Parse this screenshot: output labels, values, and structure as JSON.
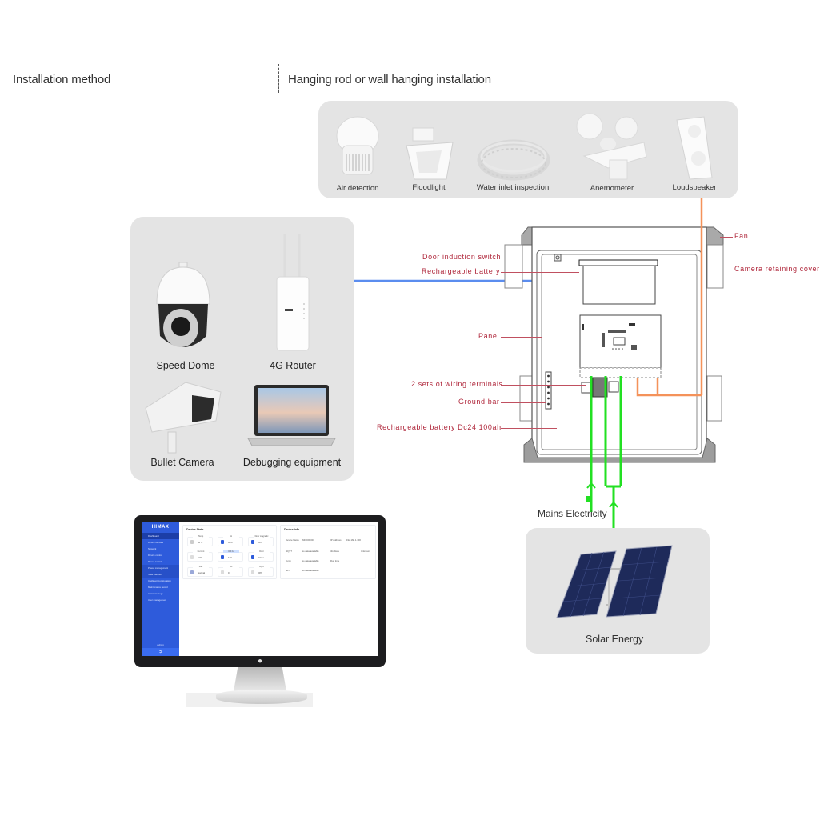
{
  "header": {
    "left_label": "Installation method",
    "right_label": "Hanging rod or wall hanging installation"
  },
  "sensors": [
    {
      "label": "Air detection",
      "icon": "air-detector-icon"
    },
    {
      "label": "Floodlight",
      "icon": "floodlight-icon"
    },
    {
      "label": "Water inlet inspection",
      "icon": "water-cable-icon"
    },
    {
      "label": "Anemometer",
      "icon": "anemometer-icon"
    },
    {
      "label": "Loudspeaker",
      "icon": "loudspeaker-icon"
    }
  ],
  "devices": [
    {
      "label": "Speed Dome",
      "icon": "speed-dome-camera-icon"
    },
    {
      "label": "4G Router",
      "icon": "router-icon"
    },
    {
      "label": "Bullet Camera",
      "icon": "bullet-camera-icon"
    },
    {
      "label": "Debugging equipment",
      "icon": "laptop-icon"
    }
  ],
  "cabinet_callouts": {
    "fan": "Fan",
    "camera_cover": "Camera retaining cover",
    "door_switch": "Door induction switch",
    "battery": "Rechargeable battery",
    "panel": "Panel",
    "terminals": "2 sets of wiring terminals",
    "ground_bar": "Ground bar",
    "battery_spec": "Rechargeable battery Dc24 100ah"
  },
  "power": {
    "mains_label": "Mains Electricity",
    "solar_label": "Solar Energy"
  },
  "colors": {
    "network_line": "#5b8def",
    "power_line": "#22e022",
    "signal_line": "#f4925a",
    "callout_text": "#b0283c",
    "panel_bg": "#e4e4e4",
    "dashboard_sidebar": "#2e5bdb"
  },
  "dashboard": {
    "logo": "HIMAX",
    "nav": [
      "Dashboard",
      "Device list data",
      "Network",
      "Device control",
      "Power control",
      "Power management",
      "Solar statistics",
      "Intelligent configuration",
      "Maintenance record",
      "Alarm and logs",
      "User management"
    ],
    "user_label": "Admin",
    "logout_icon": "logout-icon",
    "device_state_title": "Device State",
    "stats": [
      {
        "label": "Temp",
        "value": "45°C"
      },
      {
        "label": "H",
        "value": "65%"
      },
      {
        "label": "Door magnetic",
        "value": "On"
      },
      {
        "label": "Current",
        "value": "0.6A"
      },
      {
        "label": "Volt 12",
        "value": "12V"
      },
      {
        "label": "Door",
        "value": "Close"
      },
      {
        "label": "Fan",
        "value": "Normal"
      },
      {
        "label": "UI",
        "value": "0"
      },
      {
        "label": "Light",
        "value": "Off"
      }
    ],
    "device_info_title": "Device Info",
    "info": [
      {
        "label": "Device Name",
        "value": "INDOOR001"
      },
      {
        "label": "MQTT",
        "value": "No data available"
      },
      {
        "label": "Temp",
        "value": "No data available"
      },
      {
        "label": "GPS",
        "value": "No data available"
      }
    ],
    "info_right": [
      {
        "label": "IP Address",
        "value": "192.168.1.100"
      },
      {
        "label": "4G State",
        "value": "Unknown"
      },
      {
        "label": "Run time",
        "value": ""
      }
    ]
  }
}
